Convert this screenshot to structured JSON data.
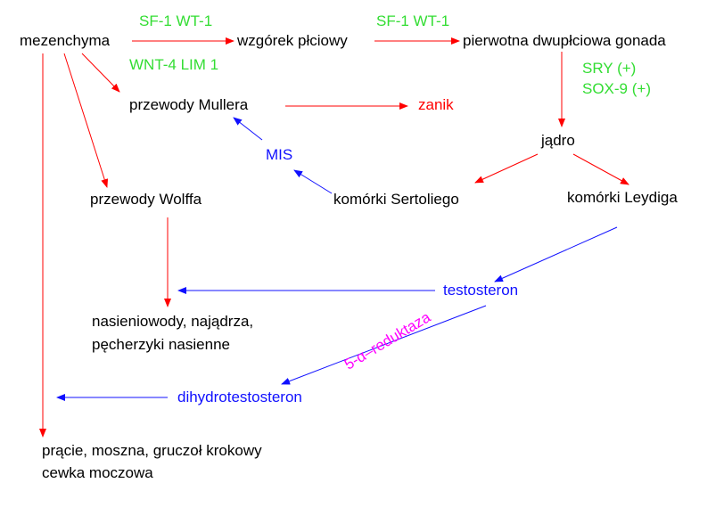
{
  "nodes": {
    "mezenchyma": "mezenchyma",
    "wzgorek": "wzgórek płciowy",
    "gonada": "pierwotna dwupłciowa gonada",
    "przewody_mullera": "przewody Mullera",
    "zanik": "zanik",
    "jadro": "jądro",
    "przewody_wolffa": "przewody Wolffa",
    "komorki_sertoliego": "komórki Sertoliego",
    "komorki_leydiga": "komórki Leydiga",
    "nasieniowody_line1": "nasieniowody, najądrza,",
    "nasieniowody_line2": "pęcherzyki nasienne",
    "pracie_line1": "prącie, moszna, gruczoł krokowy",
    "pracie_line2": "cewka moczowa"
  },
  "factors": {
    "top_left": "SF-1 WT-1",
    "top_right": "SF-1 WT-1",
    "wnt_lim": "WNT-4 LIM 1",
    "sry": "SRY (+)",
    "sox": "SOX-9 (+)"
  },
  "hormones": {
    "mis": "MIS",
    "testosteron": "testosteron",
    "dihydrotestosteron": "dihydrotestosteron"
  },
  "enzyme": {
    "reduktaza": "5-α–reduktaza"
  },
  "colors": {
    "red_arrow": "#ff0000",
    "blue_arrow": "#1010ff",
    "factor_green": "#33dd33",
    "enzyme_magenta": "#ff00ff",
    "text": "#000000"
  }
}
